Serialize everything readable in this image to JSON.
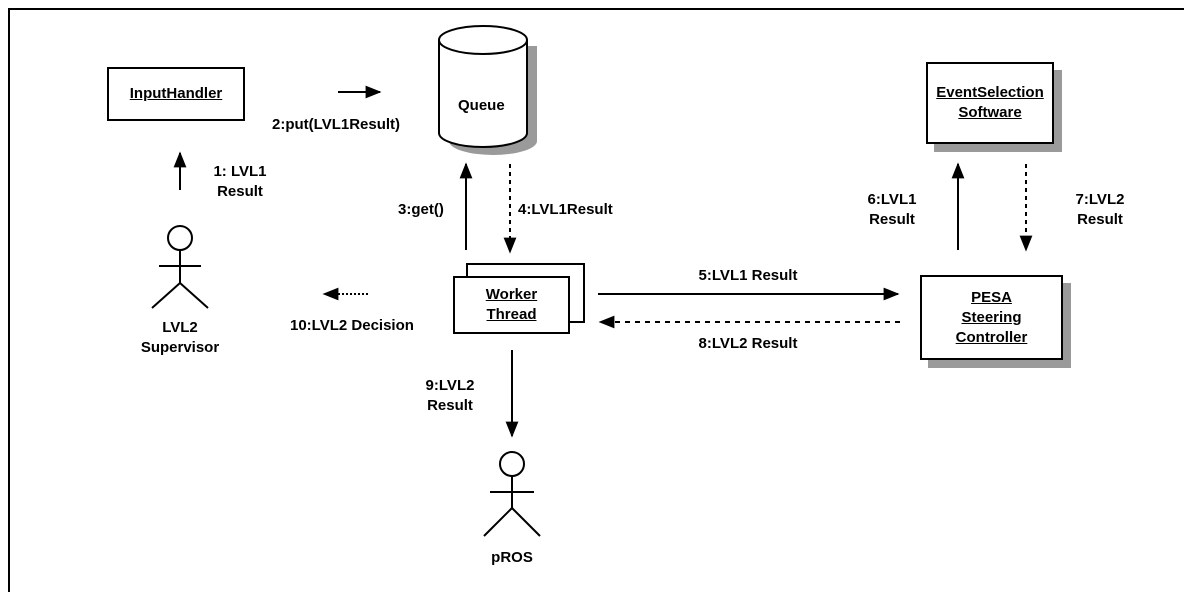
{
  "diagram": {
    "objects": {
      "input_handler": "InputHandler",
      "queue": "Queue",
      "event_selection": [
        "EventSelection",
        "Software"
      ],
      "worker_thread": [
        "Worker",
        "Thread"
      ],
      "pesa_controller": [
        "PESA",
        "Steering",
        "Controller"
      ]
    },
    "actors": {
      "supervisor": [
        "LVL2",
        "Supervisor"
      ],
      "pros": "pROS"
    },
    "messages": {
      "m1": [
        "1: LVL1",
        "Result"
      ],
      "m2": "2:put(LVL1Result)",
      "m3": "3:get()",
      "m4": "4:LVL1Result",
      "m5": "5:LVL1 Result",
      "m6": [
        "6:LVL1",
        "Result"
      ],
      "m7": [
        "7:LVL2",
        "Result"
      ],
      "m8": "8:LVL2 Result",
      "m9": [
        "9:LVL2",
        "Result"
      ],
      "m10": "10:LVL2 Decision"
    }
  }
}
